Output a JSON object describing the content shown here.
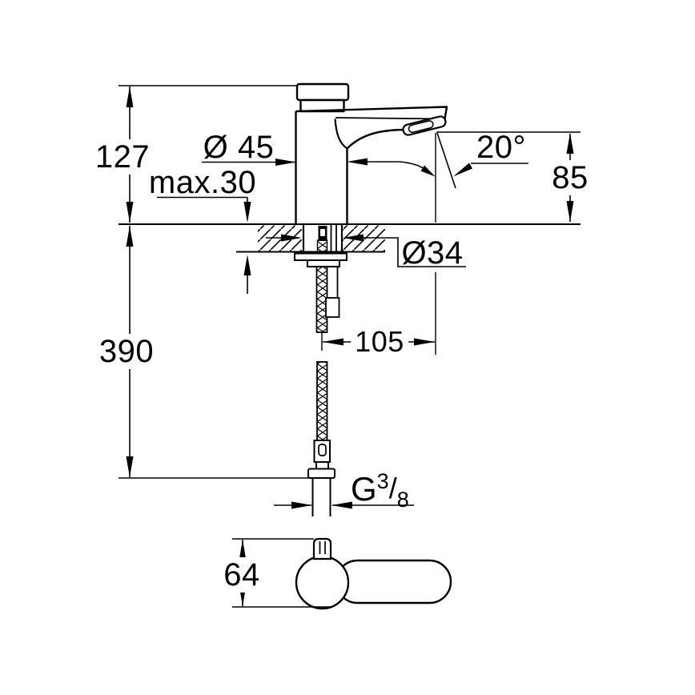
{
  "drawing": {
    "title": "faucet-dimension-drawing",
    "colors": {
      "line": "#000000",
      "background": "#ffffff"
    },
    "labels": {
      "height_total": "127",
      "counter_max": "max.30",
      "body_diameter": "Ø 45",
      "spout_angle": "20°",
      "spout_height": "85",
      "hole_diameter": "Ø34",
      "reach": "105",
      "hose_length": "390",
      "base_width": "64",
      "thread_main": "G",
      "thread_sup": "3",
      "thread_slash": "/",
      "thread_sub": "8"
    }
  }
}
